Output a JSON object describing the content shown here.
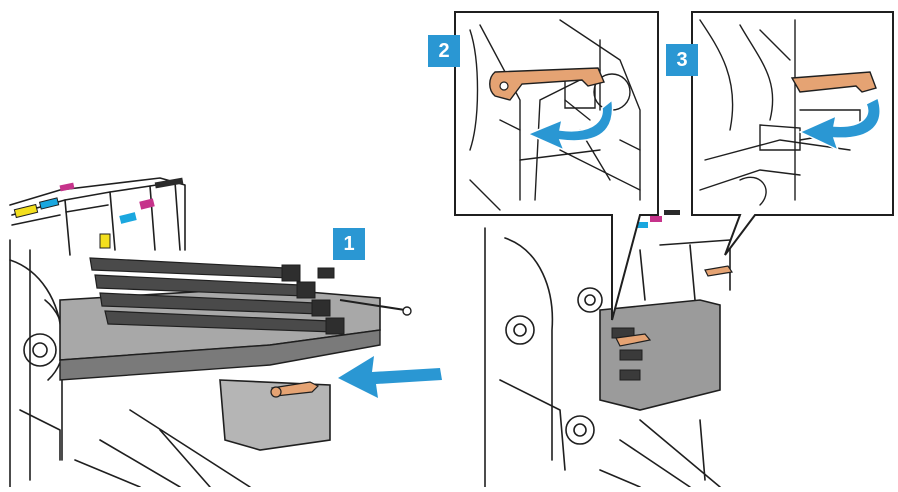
{
  "steps": [
    {
      "label": "1"
    },
    {
      "label": "2"
    },
    {
      "label": "3"
    }
  ],
  "colors": {
    "badge": "#2a97d3",
    "arrow": "#2a97d3",
    "latch": "#e5a373",
    "line": "#1f1f1f",
    "shade": "#9b9b9b",
    "shade_dark": "#6f6f6f",
    "cyan": "#1aa7df",
    "magenta": "#c6338b",
    "yellow": "#f3df1d",
    "black": "#2a2a2a"
  }
}
